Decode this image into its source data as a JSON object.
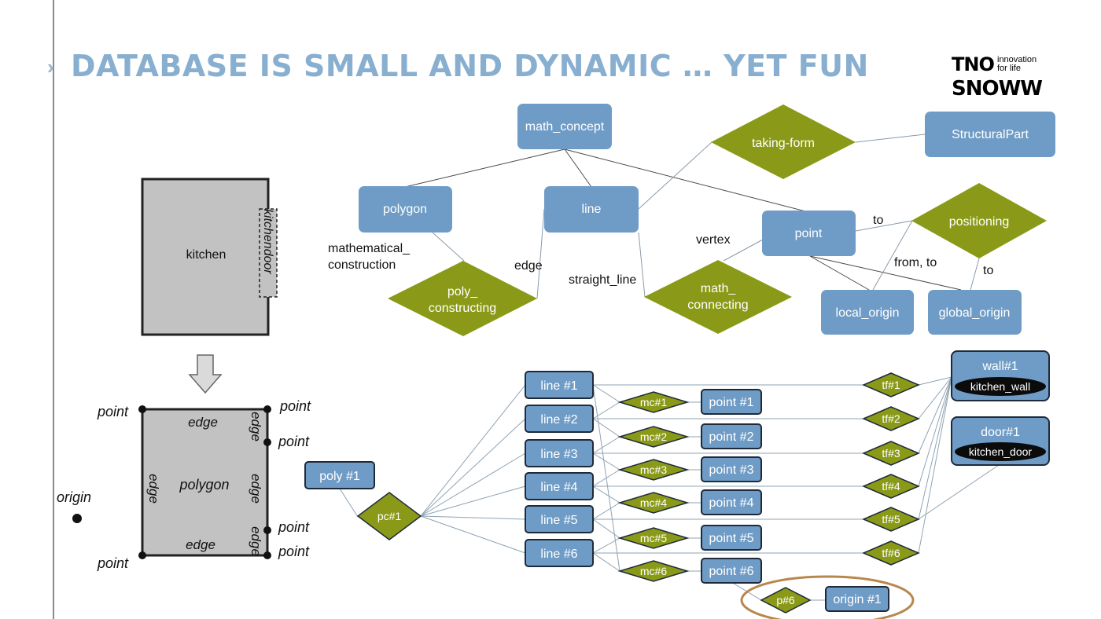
{
  "slide": {
    "title": "DATABASE IS SMALL AND DYNAMIC … YET FUN",
    "logo": {
      "brand": "TNO",
      "tagline": "innovation for life",
      "partner": "SNOWW"
    }
  },
  "colors": {
    "entity": "#6f9cc6",
    "relationship": "#8a9a18",
    "title": "#89afd0",
    "highlight": "#b8874e"
  },
  "sketch": {
    "room_label": "kitchen",
    "door_label": "kitchendoor",
    "polygon_label": "polygon",
    "edge_label": "edge",
    "point_label": "point",
    "origin_label": "origin",
    "arrow_icon": "down-arrow-icon"
  },
  "schema": {
    "entities": {
      "math_concept": "math_concept",
      "polygon": "polygon",
      "line": "line",
      "point": "point",
      "structural_part": "StructuralPart",
      "local_origin": "local_origin",
      "global_origin": "global_origin"
    },
    "relationships": {
      "taking_form": "taking-form",
      "positioning": "positioning",
      "poly_constructing": [
        "poly_",
        "constructing"
      ],
      "math_connecting": [
        "math_",
        "connecting"
      ]
    },
    "labels": {
      "mathematical_construction": [
        "mathematical_",
        "construction"
      ],
      "edge": "edge",
      "straight_line": "straight_line",
      "vertex": "vertex",
      "to": "to",
      "from_to": "from, to",
      "to2": "to"
    }
  },
  "instances": {
    "poly": "poly #1",
    "pc": "pc#1",
    "lines": [
      "line #1",
      "line #2",
      "line #3",
      "line #4",
      "line #5",
      "line #6"
    ],
    "mcs": [
      "mc#1",
      "mc#2",
      "mc#3",
      "mc#4",
      "mc#5",
      "mc#6"
    ],
    "points": [
      "point #1",
      "point #2",
      "point #3",
      "point #4",
      "point #5",
      "point #6"
    ],
    "tfs": [
      "tf#1",
      "tf#2",
      "tf#3",
      "tf#4",
      "tf#5",
      "tf#6"
    ],
    "wall": {
      "label": "wall#1",
      "sub": "kitchen_wall"
    },
    "door": {
      "label": "door#1",
      "sub": "kitchen_door"
    },
    "p6": "p#6",
    "origin": "origin #1"
  }
}
